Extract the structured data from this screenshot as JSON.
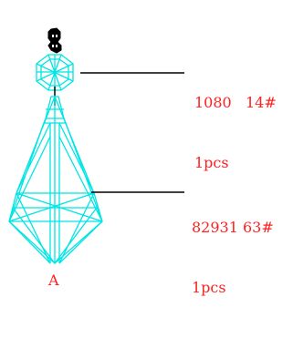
{
  "colors": {
    "crystal": "#00E5E5",
    "text": "#FF2020",
    "leader": "#000000",
    "hook": "#000000"
  },
  "callouts": [
    {
      "code": "1080   14#",
      "qty": "1pcs"
    },
    {
      "code": "82931 63#",
      "qty": "1pcs"
    }
  ],
  "view_label": "A"
}
